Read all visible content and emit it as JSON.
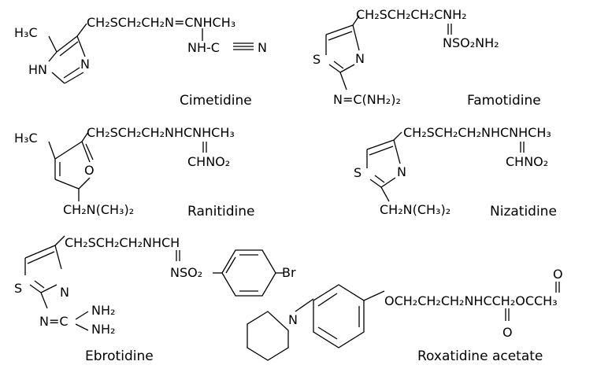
{
  "cimetidine": {
    "h3c": "H₃C",
    "side_chain": "CH₂SCH₂CH₂N=CNHCH₃",
    "cyano": "NH-C",
    "cyano_n": "N",
    "ring_n": "N",
    "ring_hn": "HN",
    "name": "Cimetidine"
  },
  "famotidine": {
    "side_chain": "CH₂SCH₂CH₂CNH₂",
    "sulfamoyl": "NSO₂NH₂",
    "ring_s": "S",
    "ring_n": "N",
    "guanidine": "N=C(NH₂)₂",
    "name": "Famotidine"
  },
  "ranitidine": {
    "h3c": "H₃C",
    "side_chain": "CH₂SCH₂CH₂NHCNHCH₃",
    "nitro": "CHNO₂",
    "ring_o": "O",
    "amine": "CH₂N(CH₃)₂",
    "name": "Ranitidine"
  },
  "nizatidine": {
    "side_chain": "CH₂SCH₂CH₂NHCNHCH₃",
    "nitro": "CHNO₂",
    "ring_s": "S",
    "ring_n": "N",
    "amine": "CH₂N(CH₃)₂",
    "name": "Nizatidine"
  },
  "ebrotidine": {
    "side_chain": "CH₂SCH₂CH₂NHCH",
    "sulfonyl": "NSO₂",
    "bromo": "Br",
    "ring_s": "S",
    "ring_n": "N",
    "guan_c": "N=C",
    "nh2_a": "NH₂",
    "nh2_b": "NH₂",
    "name": "Ebrotidine"
  },
  "roxatidine": {
    "piperidine_n": "N",
    "side_chain": "OCH₂CH₂CH₂NHCCH₂OCCH₃",
    "amide_o": "O",
    "ester_o": "O",
    "name": "Roxatidine acetate"
  }
}
